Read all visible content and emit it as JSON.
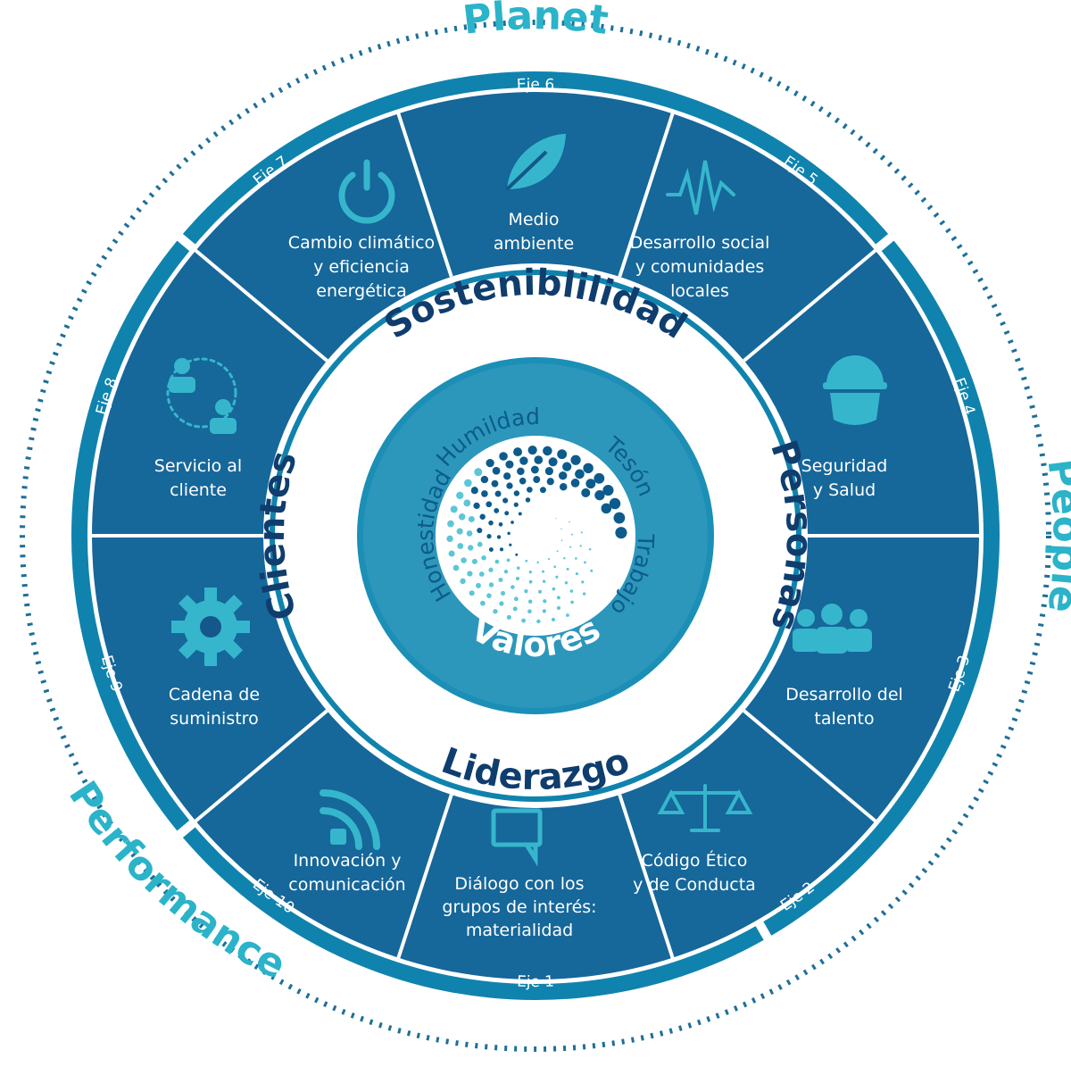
{
  "outer_words": {
    "planet": "Planet",
    "people": "People",
    "performance": "Performance"
  },
  "axes": {
    "eje1": "Eje 1",
    "eje2": "Eje 2",
    "eje3": "Eje 3",
    "eje4": "Eje 4",
    "eje5": "Eje 5",
    "eje6": "Eje 6",
    "eje7": "Eje 7",
    "eje8": "Eje 8",
    "eje9": "Eje 9",
    "eje10": "Eje 10"
  },
  "segments": {
    "cambio": [
      "Cambio climático",
      "y eficiencia",
      "energética"
    ],
    "medio": [
      "Medio",
      "ambiente"
    ],
    "desarrollo_social": [
      "Desarrollo social",
      "y comunidades",
      "locales"
    ],
    "seguridad": [
      "Seguridad",
      "y Salud"
    ],
    "talento": [
      "Desarrollo del",
      "talento"
    ],
    "codigo": [
      "Código Ético",
      "y de Conducta"
    ],
    "dialogo": [
      "Diálogo con los",
      "grupos de interés:",
      "materialidad"
    ],
    "innovacion": [
      "Innovación y",
      "comunicación"
    ],
    "cadena": [
      "Cadena de",
      "suministro"
    ],
    "servicio": [
      "Servicio al",
      "cliente"
    ]
  },
  "pillars": {
    "sostenibilidad": "Sosteniblilidad",
    "personas": "Personas",
    "liderazgo": "Liderazgo",
    "clientes": "Clientes"
  },
  "values": {
    "humildad": "Humildad",
    "teson": "Tesón",
    "trabajo": "Trabajo",
    "honestidad": "Honestidad",
    "valores": "Valores"
  },
  "colors": {
    "segment_dark": "#14578a",
    "outer_ring": "#0f83ad",
    "accent": "#2bb3c9",
    "pillar_text": "#0f3d6e",
    "icon": "#36b6cc"
  },
  "icons": {
    "cambio": "power-icon",
    "medio": "leaf-icon",
    "desarrollo_social": "pulse-icon",
    "seguridad": "helmet-icon",
    "talento": "team-icon",
    "codigo": "scales-icon",
    "dialogo": "chat-icon",
    "innovacion": "rss-icon",
    "cadena": "gear-icon",
    "servicio": "users-cycle-icon"
  }
}
